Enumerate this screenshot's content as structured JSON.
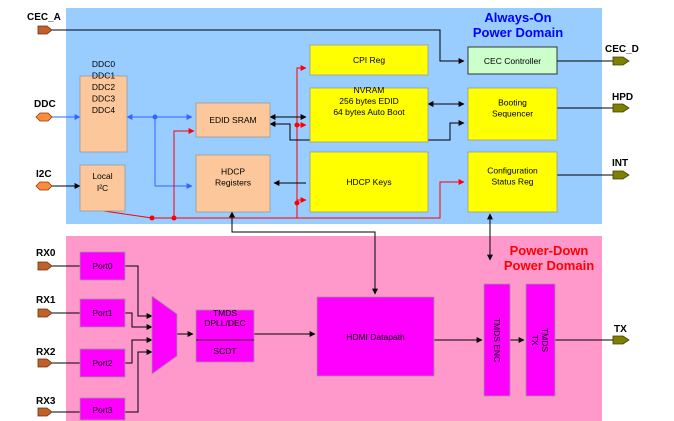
{
  "colors": {
    "always_on_bg": "#99ccff",
    "power_down_bg": "#ff99cc",
    "peach": "#fcc89b",
    "yellow": "#ffff00",
    "cec_green": "#ccffcc",
    "magenta": "#ff00ff",
    "pin_brown": "#c0612b",
    "pin_orange": "#ff8a3d",
    "pin_olive": "#808000",
    "wire_blue": "#3366ff",
    "wire_red": "#ff0000",
    "wire_black": "#000000",
    "always_on_title": "#0000ff",
    "power_down_title": "#ff0000"
  },
  "domains": {
    "always_on": "Always-On\nPower Domain",
    "power_down": "Power-Down\nPower Domain"
  },
  "pins": {
    "cec_a": "CEC_A",
    "ddc": "DDC",
    "i2c": "I2C",
    "rx0": "RX0",
    "rx1": "RX1",
    "rx2": "RX2",
    "rx3": "RX3",
    "cec_d": "CEC_D",
    "hpd": "HPD",
    "int": "INT",
    "tx": "TX"
  },
  "blocks": {
    "ddc_list": "DDC0\nDDC1\nDDC2\nDDC3\nDDC4",
    "local_i2c": "Local\nI²C",
    "edid_sram": "EDID SRAM",
    "hdcp_registers": "HDCP\nRegisters",
    "cpi_reg": "CPI Reg",
    "nvram": "NVRAM\n256 bytes EDID\n64 bytes Auto Boot",
    "hdcp_keys": "HDCP Keys",
    "cec_controller": "CEC Controller",
    "booting_sequencer": "Booting\nSequencer",
    "config_status_reg": "Configuration\nStatus Reg",
    "port0": "Port0",
    "port1": "Port1",
    "port2": "Port2",
    "port3": "Port3",
    "tmds_dpll": "TMDS\nDPLL/DEC",
    "scdt": "SCDT",
    "hdmi_datapath": "HDMI Datapath",
    "tmds_enc": "TMDS ENC",
    "tmds_tx": "TMDS\nTX"
  }
}
